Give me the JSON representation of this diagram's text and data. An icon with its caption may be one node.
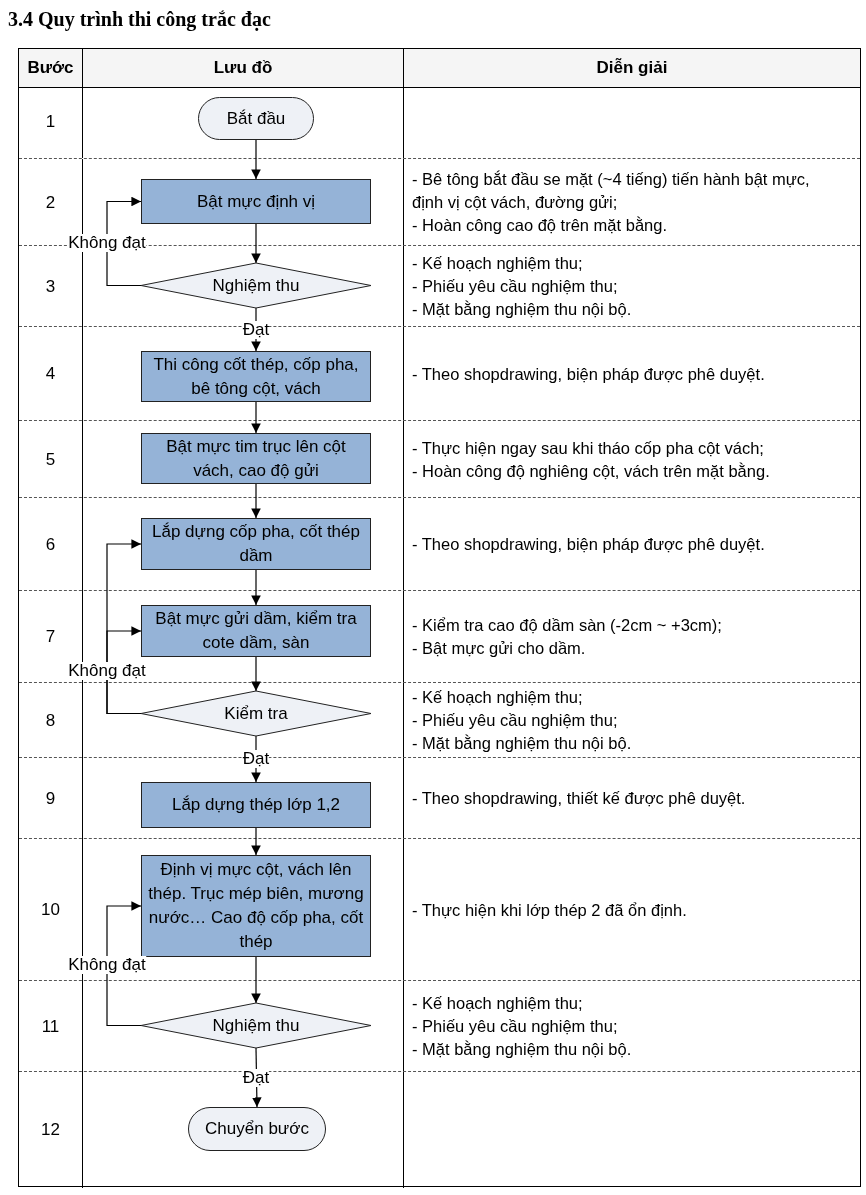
{
  "diagram": {
    "title": "3.4 Quy trình thi công trắc đạc",
    "nodes": [
      {
        "text": [
          "Bắt đầu"
        ]
      },
      {
        "text": [
          "Bật mực định vị"
        ]
      },
      {
        "text": [
          "Nghiệm thu"
        ]
      },
      {
        "text": [
          "Thi công cốt thép, cốp pha, bê tông cột, vách"
        ]
      },
      {
        "text": [
          "Bật mực tim trục lên cột vách, cao độ gửi"
        ]
      },
      {
        "text": [
          "Lắp dựng cốp pha, cốt thép dầm"
        ]
      },
      {
        "text": [
          "Bật mực gửi dầm, kiểm tra cote dầm, sàn"
        ]
      },
      {
        "text": [
          "Kiểm tra"
        ]
      },
      {
        "text": [
          "Lắp dựng thép lớp 1,2"
        ]
      },
      {
        "text": [
          "Định vị mực cột, vách lên thép. Trục mép biên, mương nước… Cao độ cốp pha, cốt thép"
        ]
      },
      {
        "text": [
          "Nghiệm thu"
        ]
      },
      {
        "text": [
          "Chuyển bước"
        ]
      }
    ],
    "edges": [
      {
        "from": 0,
        "to": 1,
        "arrow": "to"
      },
      {
        "from": 1,
        "to": 2,
        "arrow": "to"
      },
      {
        "from": 2,
        "to": 3,
        "arrow": "to",
        "label": "Đạt"
      },
      {
        "from": 2,
        "to": 1,
        "arrow": "to",
        "label": "Không đạt"
      },
      {
        "from": 3,
        "to": 4,
        "arrow": "to"
      },
      {
        "from": 4,
        "to": 5,
        "arrow": "to"
      },
      {
        "from": 5,
        "to": 6,
        "arrow": "to"
      },
      {
        "from": 6,
        "to": 7,
        "arrow": "to"
      },
      {
        "from": 7,
        "to": 8,
        "arrow": "to",
        "label": "Đạt"
      },
      {
        "from": 7,
        "to": 5,
        "arrow": "to",
        "label": "Không đạt"
      },
      {
        "from": 7,
        "to": 6,
        "arrow": "to"
      },
      {
        "from": 8,
        "to": 9,
        "arrow": "to"
      },
      {
        "from": 9,
        "to": 10,
        "arrow": "to"
      },
      {
        "from": 10,
        "to": 11,
        "arrow": "to",
        "label": "Đạt"
      },
      {
        "from": 10,
        "to": 9,
        "arrow": "to",
        "label": "Không đạt"
      }
    ],
    "labels": [
      "Bước",
      "Lưu đồ",
      "Diễn giải",
      "1",
      "2",
      "- Bê tông bắt đầu se mặt (~4 tiếng) tiến hành bật mực, định vị cột vách, đường gửi;",
      "- Hoàn công cao độ trên mặt bằng.",
      "3",
      "- Kế hoạch nghiệm thu;",
      "- Phiếu yêu cầu nghiệm thu;",
      "- Mặt bằng nghiệm thu nội bộ.",
      "4",
      "- Theo shopdrawing, biện pháp được phê duyệt.",
      "5",
      "- Thực hiện ngay sau khi tháo cốp pha cột vách;",
      "- Hoàn công độ nghiêng cột, vách trên mặt bằng.",
      "6",
      "- Theo shopdrawing, biện pháp được phê duyệt.",
      "7",
      "- Kiểm tra cao độ dầm sàn (-2cm ~ +3cm);",
      "- Bật mực gửi cho dầm.",
      "8",
      "- Kế hoạch nghiệm thu;",
      "- Phiếu yêu cầu nghiệm thu;",
      "- Mặt bằng nghiệm thu nội bộ.",
      "9",
      "- Theo shopdrawing, thiết kế được phê duyệt.",
      "10",
      "- Thực hiện khi lớp thép 2 đã ổn định.",
      "11",
      "- Kế hoạch nghiệm thu;",
      "- Phiếu yêu cầu nghiệm thu;",
      "- Mặt bằng nghiệm thu nội bộ.",
      "12"
    ]
  }
}
